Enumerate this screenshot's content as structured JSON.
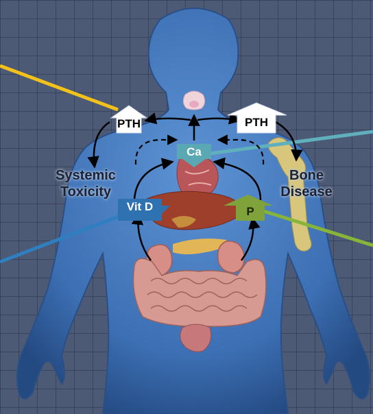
{
  "labels": {
    "pth_left": "PTH",
    "pth_right": "PTH",
    "calcium": "Ca",
    "vitamin_d": "Vit D",
    "phosphorus": "P",
    "systemic_toxicity_line1": "Systemic",
    "systemic_toxicity_line2": "Toxicity",
    "bone_disease_line1": "Bone",
    "bone_disease_line2": "Disease"
  },
  "colors": {
    "background": "#4d5a75",
    "body": "#3f74b8",
    "pth_box": "#ffffff",
    "calcium_box": "#5aa8b4",
    "vitamin_d_box": "#2f72b1",
    "phosphorus_box": "#7fa33a",
    "yellow_line": "#f2c21a",
    "teal_line": "#5fb0bc",
    "blue_line": "#2f7fc0",
    "green_line": "#86b53a",
    "arrow": "#000000"
  },
  "icons": [
    "thyroid-icon",
    "heart-icon",
    "liver-icon",
    "kidney-icon",
    "intestine-icon",
    "bladder-icon",
    "femur-bone-icon"
  ]
}
